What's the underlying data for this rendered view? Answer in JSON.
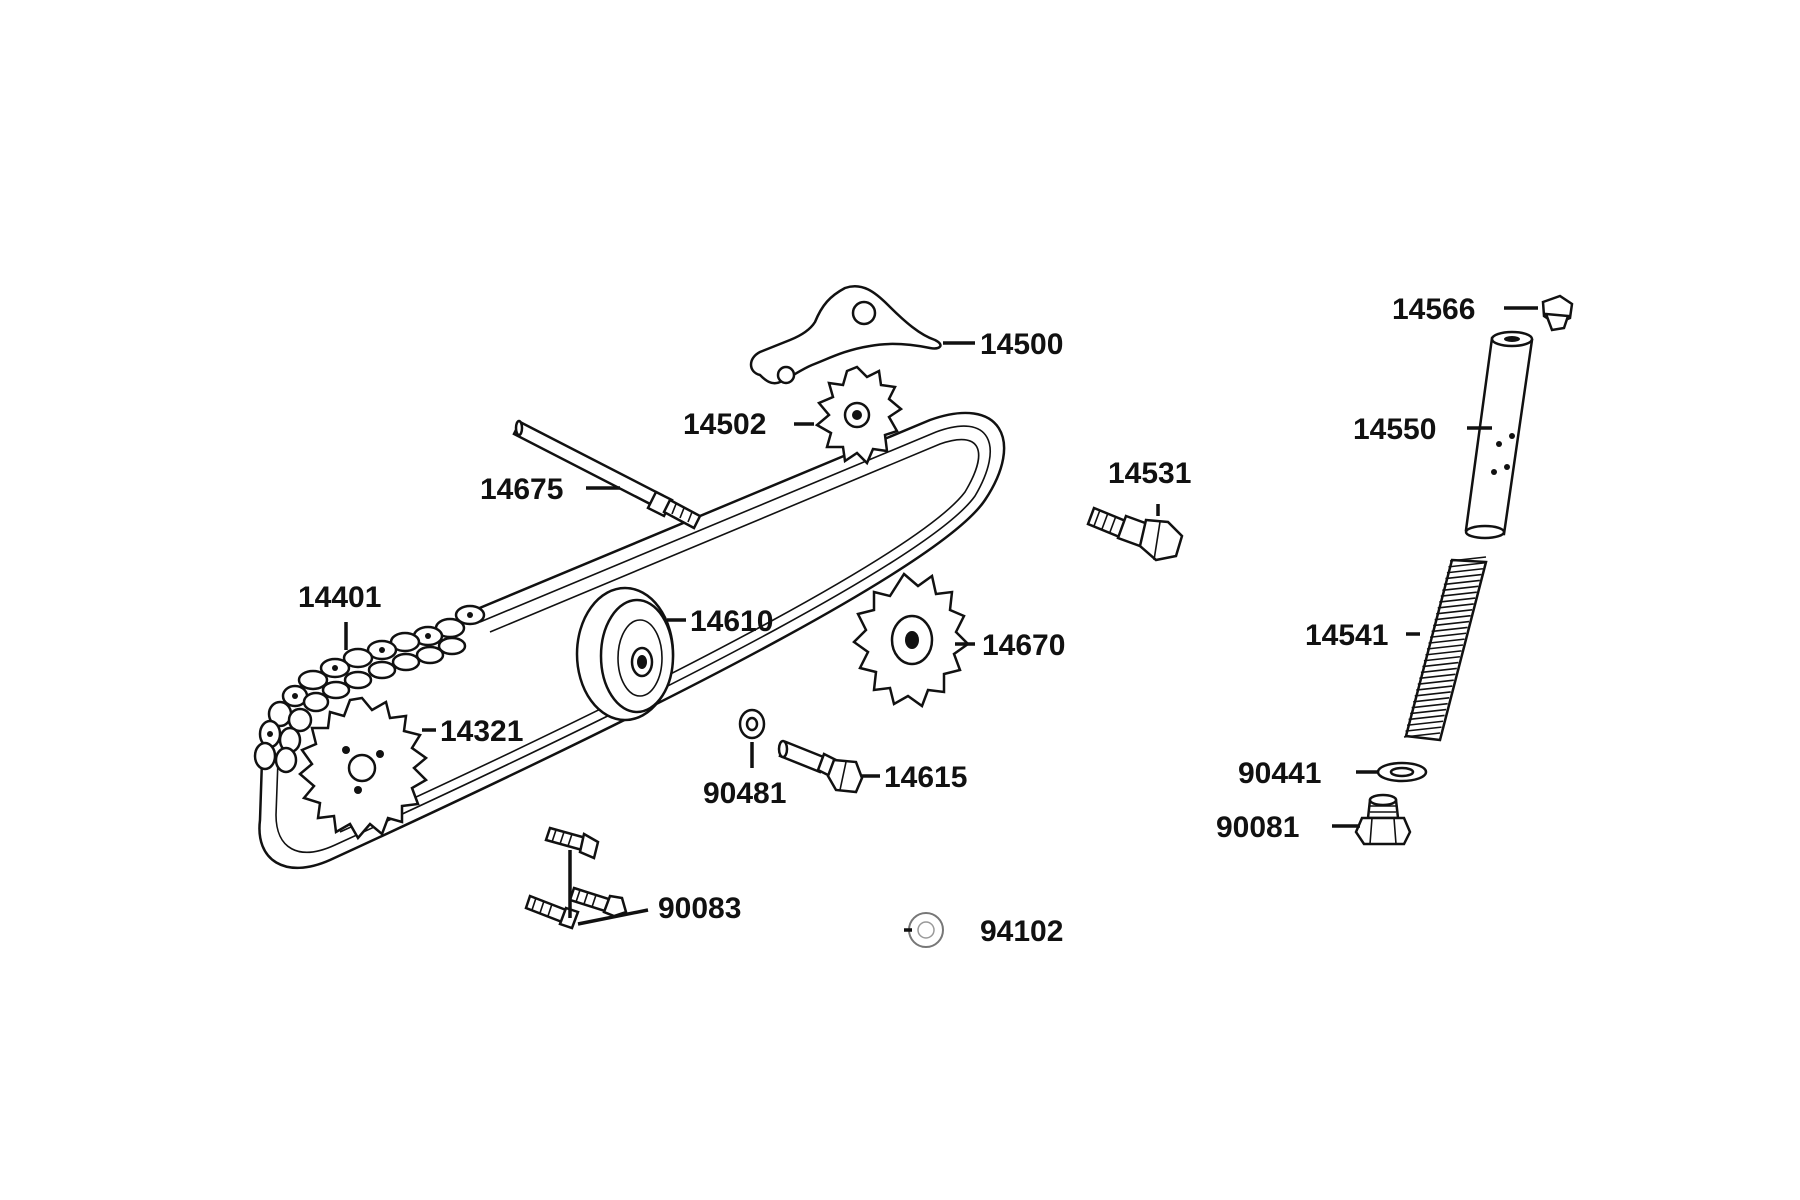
{
  "diagram": {
    "ink_color": "#111111",
    "background": "#ffffff",
    "parts": [
      {
        "id": "p14500",
        "number": "14500",
        "icon": "chain-guide-bracket-icon"
      },
      {
        "id": "p14502",
        "number": "14502",
        "icon": "small-sprocket-icon"
      },
      {
        "id": "p14566",
        "number": "14566",
        "icon": "cap-nut-icon"
      },
      {
        "id": "p14550",
        "number": "14550",
        "icon": "tensioner-tube-icon"
      },
      {
        "id": "p14675",
        "number": "14675",
        "icon": "long-pin-icon"
      },
      {
        "id": "p14531",
        "number": "14531",
        "icon": "shoulder-bolt-icon"
      },
      {
        "id": "p14401",
        "number": "14401",
        "icon": "drive-chain-icon"
      },
      {
        "id": "p14610",
        "number": "14610",
        "icon": "roller-icon"
      },
      {
        "id": "p14670",
        "number": "14670",
        "icon": "tensioner-sprocket-icon"
      },
      {
        "id": "p14541",
        "number": "14541",
        "icon": "spring-icon"
      },
      {
        "id": "p14321",
        "number": "14321",
        "icon": "crank-sprocket-icon"
      },
      {
        "id": "p90481",
        "number": "90481",
        "icon": "washer-icon"
      },
      {
        "id": "p14615",
        "number": "14615",
        "icon": "bolt-icon"
      },
      {
        "id": "p90441",
        "number": "90441",
        "icon": "gasket-icon"
      },
      {
        "id": "p90081",
        "number": "90081",
        "icon": "plug-bolt-icon"
      },
      {
        "id": "p90083",
        "number": "90083",
        "icon": "bolts-icon"
      },
      {
        "id": "p94102",
        "number": "94102",
        "icon": "snap-ring-icon"
      }
    ]
  }
}
